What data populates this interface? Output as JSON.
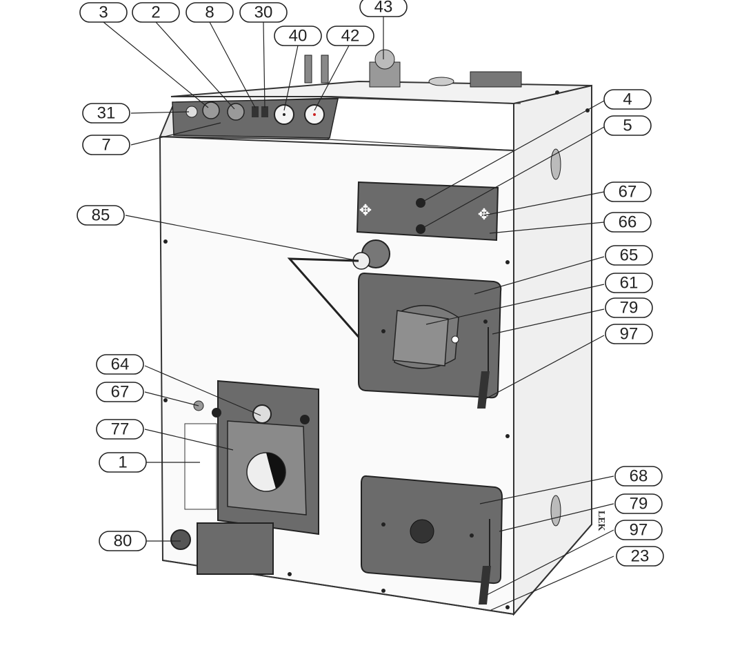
{
  "diagram": {
    "labels": {
      "c3": "3",
      "c2": "2",
      "c8": "8",
      "c30": "30",
      "c43": "43",
      "c40": "40",
      "c42": "42",
      "c31": "31",
      "c7": "7",
      "c4": "4",
      "c5": "5",
      "c67a": "67",
      "c66": "66",
      "c85": "85",
      "c65": "65",
      "c61": "61",
      "c79a": "79",
      "c97a": "97",
      "c64": "64",
      "c67b": "67",
      "c77": "77",
      "c1": "1",
      "c68": "68",
      "c79b": "79",
      "c97b": "97",
      "c80": "80",
      "c23": "23"
    },
    "side_text": "LEK"
  },
  "colors": {
    "door_fill": "#6b6b6b",
    "body_fill": "#f7f7f7",
    "outline": "#222222"
  }
}
